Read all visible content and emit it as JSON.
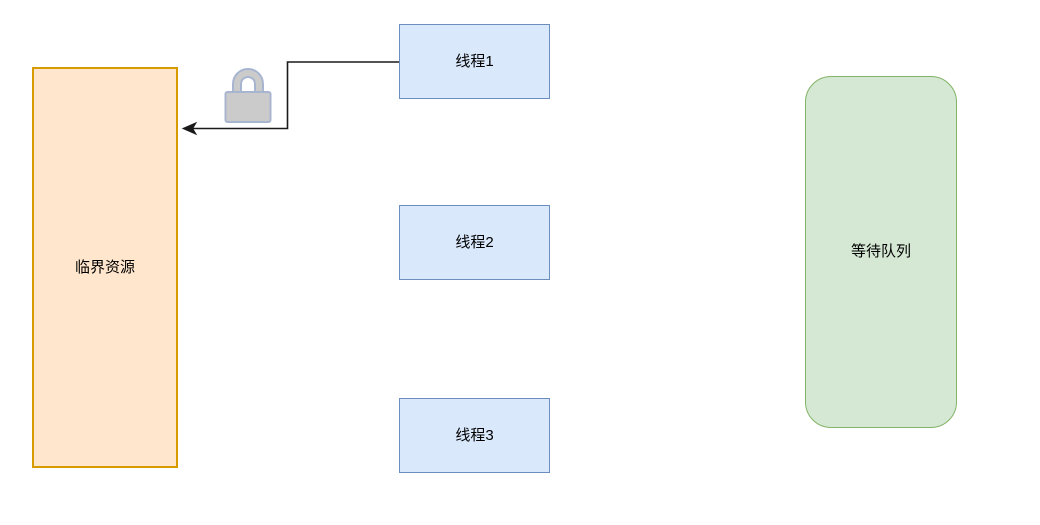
{
  "diagram": {
    "critical_resource": {
      "label": "临界资源"
    },
    "threads": [
      {
        "label": "线程1"
      },
      {
        "label": "线程2"
      },
      {
        "label": "线程3"
      }
    ],
    "wait_queue": {
      "label": "等待队列"
    },
    "connector": {
      "from": "线程1",
      "to": "临界资源",
      "decorator": "lock-icon"
    },
    "colors": {
      "page_bg": "#ffffff",
      "label_color": "#000000",
      "thread_fill": "#dae8fc",
      "thread_border": "#6c8ebf",
      "resource_fill": "#ffe6cc",
      "resource_border": "#d79b00",
      "queue_fill": "#d5e8d4",
      "queue_border": "#82b366",
      "lock_fill": "#cbcbcb",
      "lock_border": "#a8b5d1",
      "connector_stroke": "#1a1a1a"
    }
  }
}
